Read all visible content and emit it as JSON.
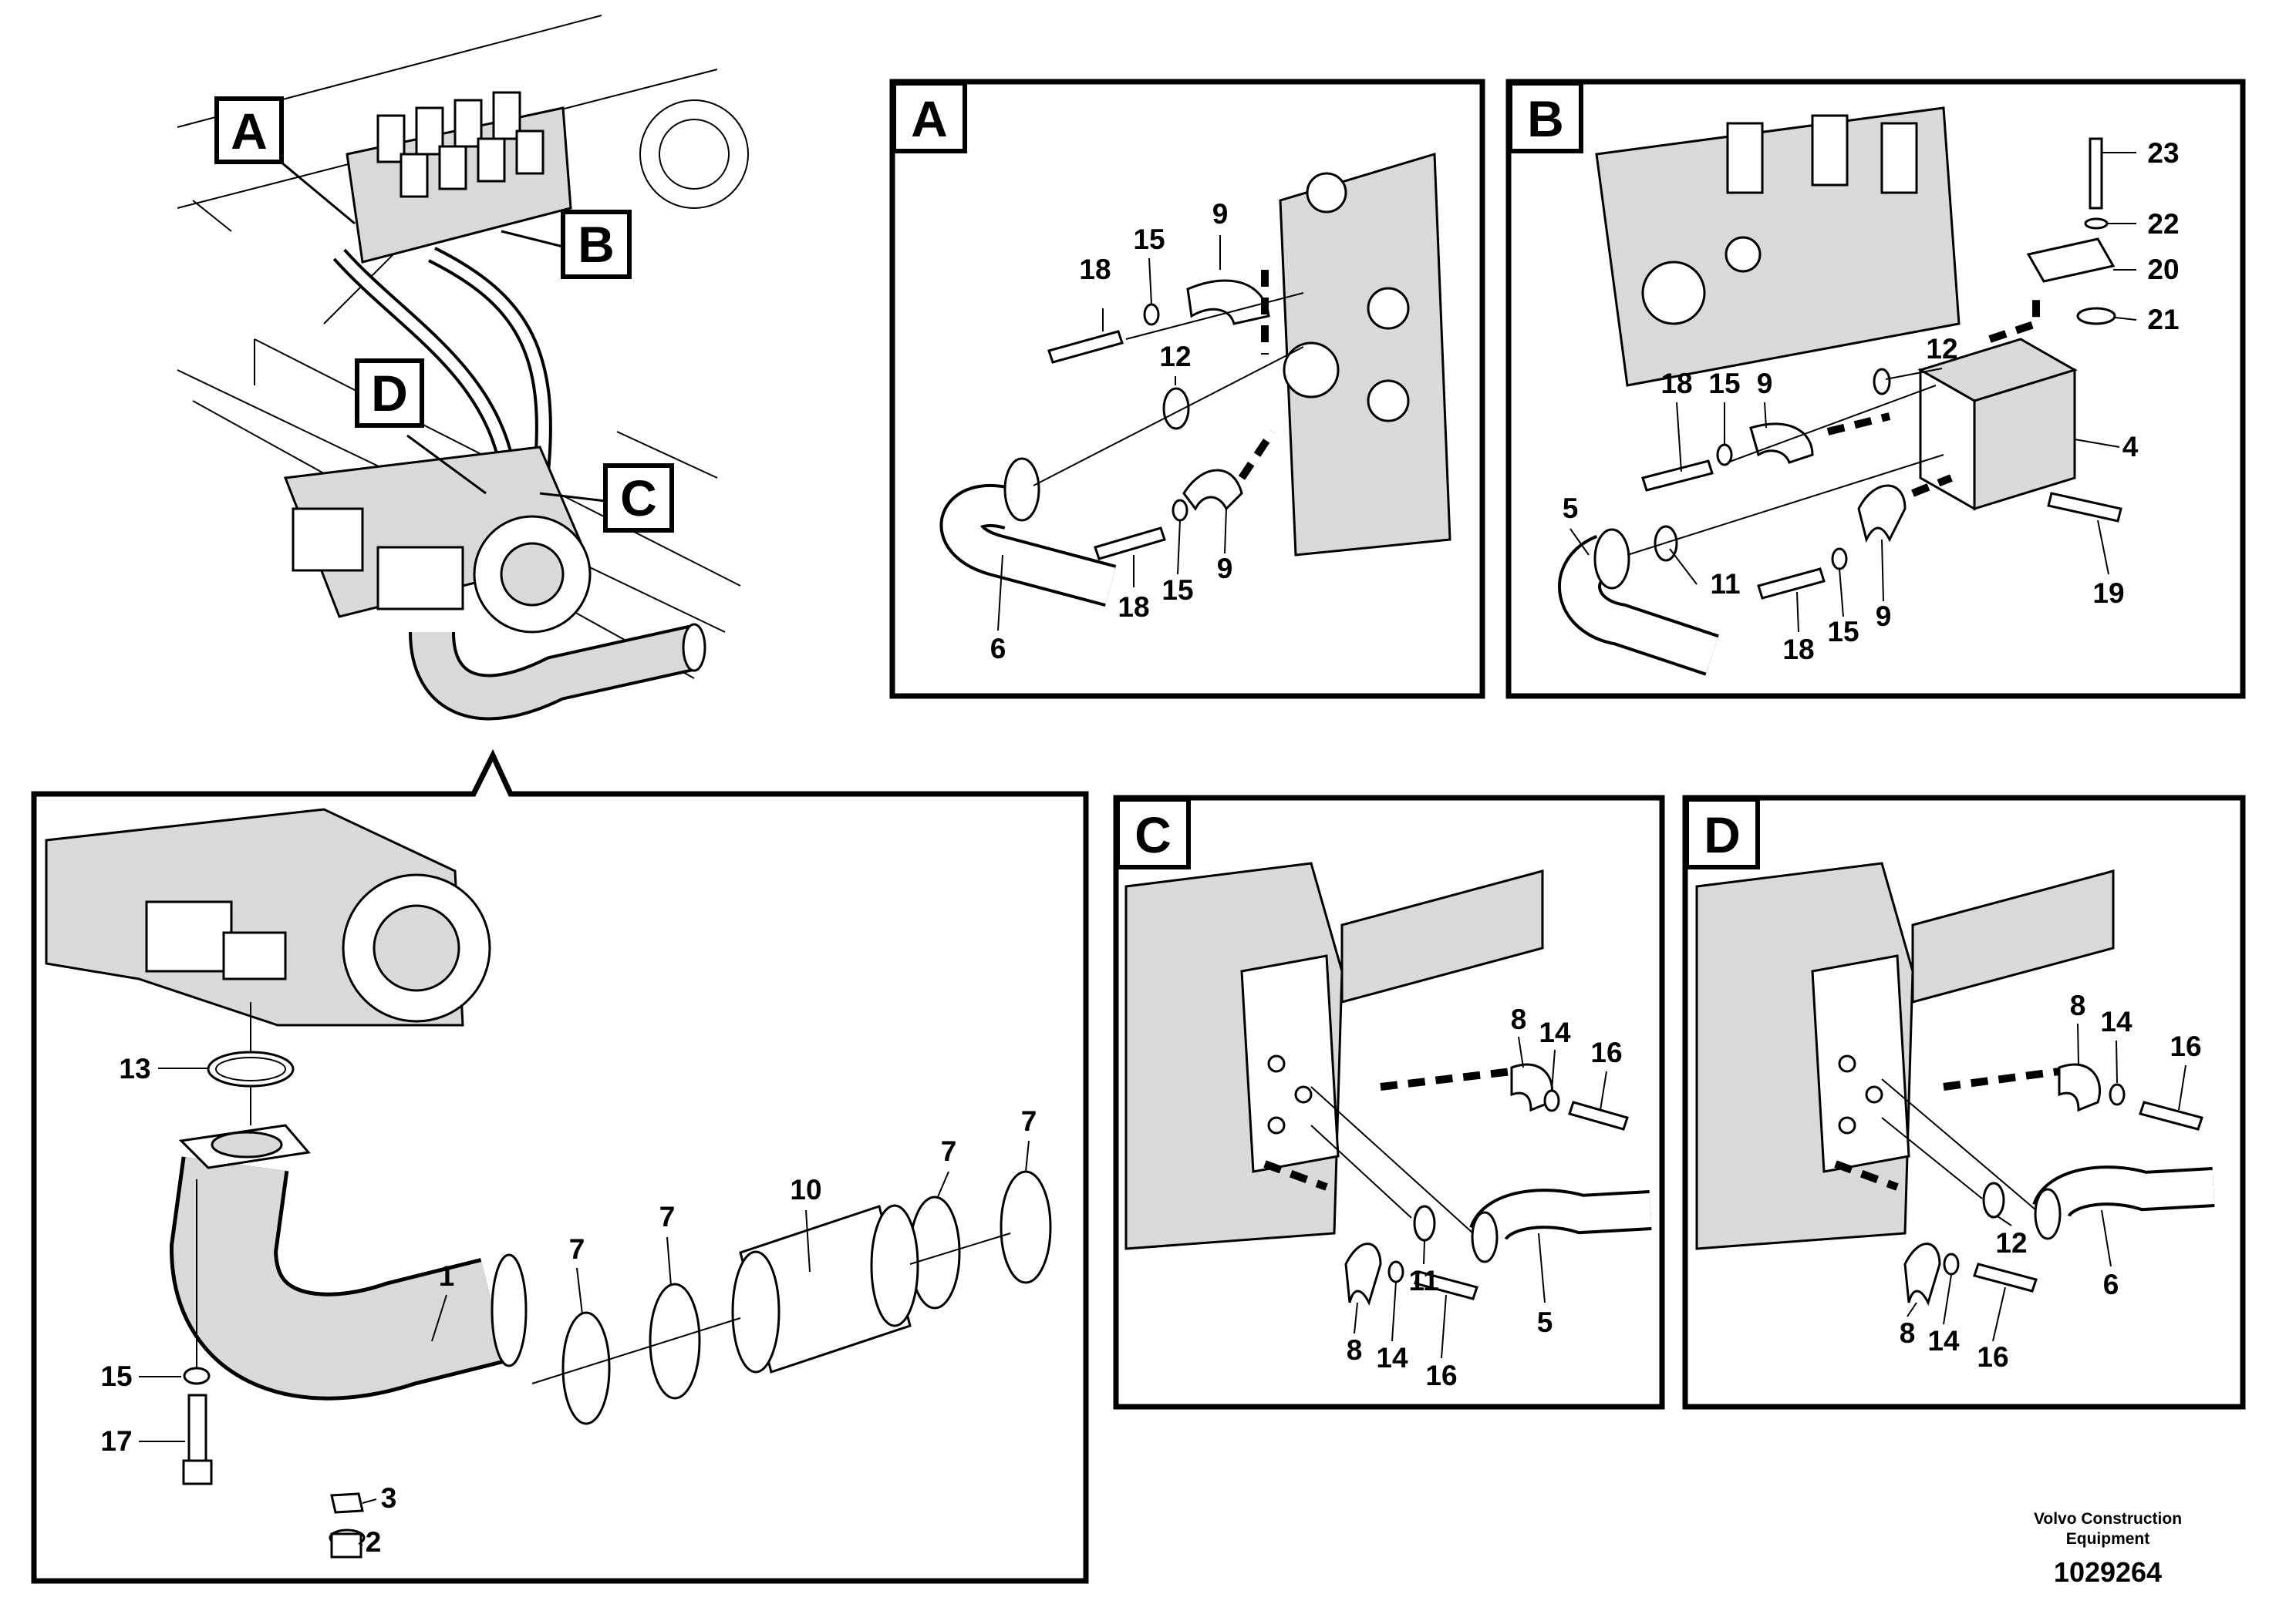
{
  "drawing_id": "1029264",
  "credit": {
    "line1": "Volvo Construction",
    "line2": "Equipment"
  },
  "overview_tags": [
    "A",
    "B",
    "C",
    "D"
  ],
  "panels": {
    "A": {
      "tag": "A",
      "labels": [
        "18",
        "15",
        "9",
        "12",
        "18",
        "15",
        "9",
        "6"
      ]
    },
    "B": {
      "tag": "B",
      "labels": [
        "23",
        "22",
        "20",
        "21",
        "12",
        "18",
        "15",
        "9",
        "4",
        "5",
        "11",
        "18",
        "15",
        "9",
        "19"
      ]
    },
    "C": {
      "tag": "C",
      "labels": [
        "8",
        "14",
        "16",
        "11",
        "5",
        "8",
        "14",
        "16"
      ]
    },
    "D": {
      "tag": "D",
      "labels": [
        "8",
        "14",
        "16",
        "12",
        "6",
        "8",
        "14",
        "16"
      ]
    },
    "main": {
      "labels": [
        "13",
        "1",
        "7",
        "7",
        "10",
        "7",
        "7",
        "15",
        "17",
        "3",
        "2"
      ]
    }
  }
}
